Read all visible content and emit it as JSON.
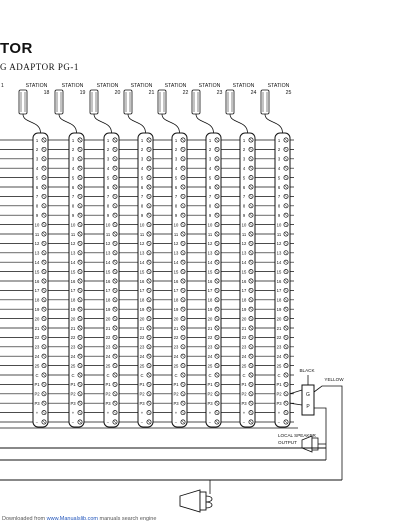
{
  "header": {
    "title": "TOR",
    "subtitle": "G ADAPTOR PG-1"
  },
  "station_label": "STATION",
  "stations": [
    {
      "number": "18"
    },
    {
      "number": "19"
    },
    {
      "number": "20"
    },
    {
      "number": "21"
    },
    {
      "number": "22"
    },
    {
      "number": "23"
    },
    {
      "number": "24"
    },
    {
      "number": "25"
    }
  ],
  "strip_labels": [
    "1",
    "2",
    "3",
    "4",
    "5",
    "6",
    "7",
    "8",
    "9",
    "10",
    "11",
    "12",
    "13",
    "14",
    "15",
    "16",
    "17",
    "18",
    "19",
    "20",
    "21",
    "22",
    "23",
    "24",
    "25",
    "C",
    "P1",
    "P2",
    "P3",
    "+",
    "−"
  ],
  "annotations": {
    "black": "BLACK",
    "yellow": "YELLOW",
    "pg_box": "G P",
    "local_speaker_line1": "LOCAL SPEAKER",
    "local_speaker_line2": "OUTPUT"
  },
  "footer": {
    "prefix": "Downloaded from",
    "site": "www.Manualslib.com",
    "suffix": "manuals search engine"
  }
}
